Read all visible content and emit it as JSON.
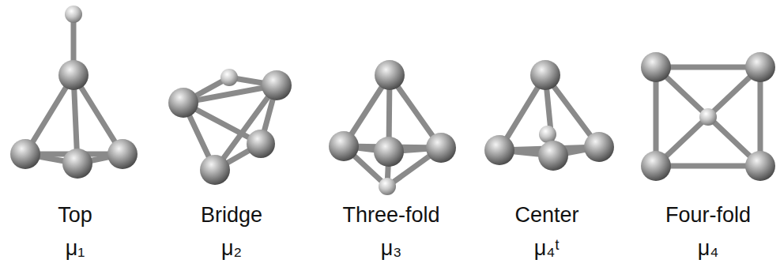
{
  "diagram": {
    "labels": [
      "Top",
      "Bridge",
      "Three-fold",
      "Center",
      "Four-fold",
      "μ₁",
      "μ₂",
      "μ₃",
      "μ₄ᵗ",
      "μ₄"
    ]
  }
}
